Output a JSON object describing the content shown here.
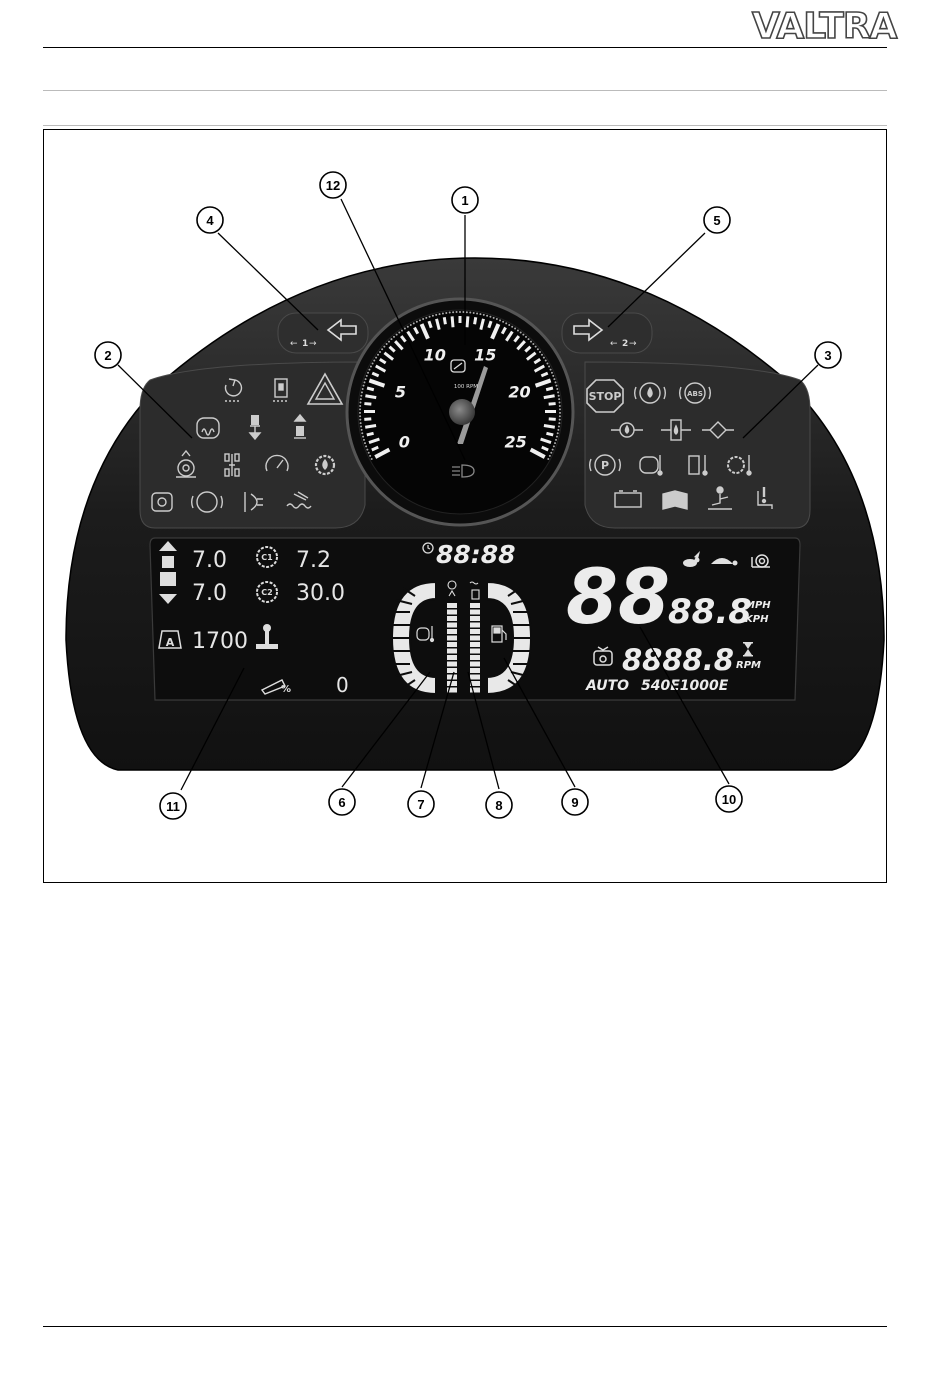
{
  "header": {
    "brand": "VALTRA"
  },
  "speedometer": {
    "ticks": [
      "0",
      "5",
      "10",
      "15",
      "20",
      "25"
    ],
    "unit": "100 RPM"
  },
  "turn_signals": {
    "left": "1",
    "right": "2"
  },
  "left_warning_panel": {
    "icons": [
      "cold-start-icon",
      "air-filter-icon",
      "hazard-icon",
      "engine-preheat-icon",
      "lift-down-icon",
      "lift-up-icon",
      "hitch-control-icon",
      "four-wheel-drive-icon",
      "gauge-icon",
      "oil-pump-icon",
      "transmission-icon",
      "brake-icon",
      "injection-icon",
      "exhaust-icon"
    ]
  },
  "right_warning_panel": {
    "stop": "STOP",
    "abs": "ABS",
    "icons": [
      "stop-icon",
      "brake-circle-icon",
      "abs-icon",
      "oil-pressure-icon",
      "hydraulic-oil-icon",
      "fuel-filter-icon",
      "parking-brake-icon",
      "coolant-temp-icon",
      "hydraulic-temp-icon",
      "transmission-temp-icon",
      "battery-icon",
      "service-book-icon",
      "driver-seat-icon",
      "seat-switch-icon"
    ]
  },
  "lcd_left": {
    "front_value": "7.0",
    "rear_value": "7.0",
    "c1_label": "C1",
    "c1_value": "7.2",
    "c2_label": "C2",
    "c2_value": "30.0",
    "auto_label": "A",
    "auto_rpm": "1700",
    "slip_symbol": "%",
    "slip_value": "0"
  },
  "lcd_center": {
    "clock": "88:88"
  },
  "lcd_right": {
    "speed_digits": "88",
    "speed_decimal": "88.8",
    "speed_unit_mph": "MPH",
    "speed_unit_kph": "KPH",
    "pto_digits": "8888.8",
    "pto_unit": "RPM",
    "auto": "AUTO",
    "pto_mode": "540E1000E"
  },
  "callouts": [
    "1",
    "2",
    "3",
    "4",
    "5",
    "6",
    "7",
    "8",
    "9",
    "10",
    "11",
    "12"
  ],
  "colors": {
    "dashboard": "#1f1f1f",
    "lcd": "#111111",
    "dial": "#0a0a0a",
    "text": "#e8e8e8"
  }
}
